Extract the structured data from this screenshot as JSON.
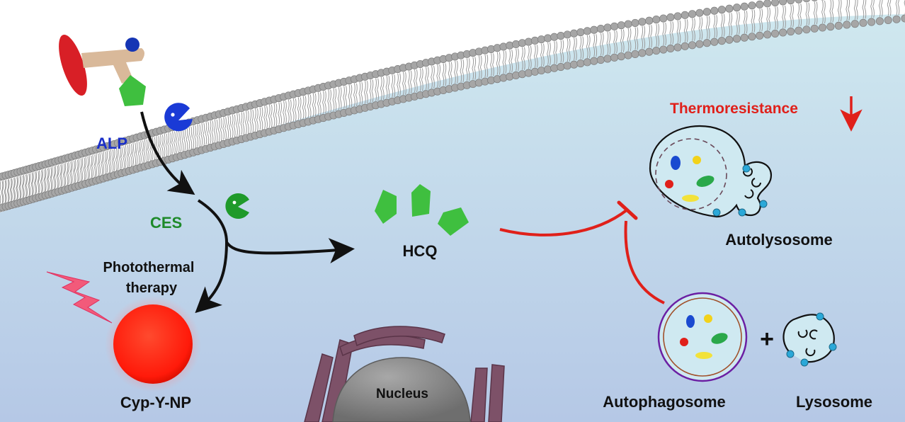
{
  "labels": {
    "alp": "ALP",
    "ces": "CES",
    "photothermal_line1": "Photothermal",
    "photothermal_line2": "therapy",
    "cyp": "Cyp-Y-NP",
    "hcq": "HCQ",
    "nucleus": "Nucleus",
    "thermoresistance": "Thermoresistance",
    "autolysosome": "Autolysosome",
    "autophagosome": "Autophagosome",
    "lysosome": "Lysosome",
    "plus": "+"
  },
  "colors": {
    "alp": "#1a2fc8",
    "ces": "#1e8a2a",
    "enzyme_alp": "#1a3ad6",
    "enzyme_ces": "#1f9a2a",
    "hcq_green": "#3fbf3f",
    "nanoparticle": "#ff2a1a",
    "inhibition": "#e0201a",
    "thermoresistance": "#e0201a",
    "membrane_head": "#a6a6a6",
    "cytoplasm_top": "#cde6ee",
    "cytoplasm_bottom": "#b7cbe6",
    "outside": "#ffffff",
    "nucleus": "#8a8a8a",
    "er": "#7a4e66",
    "autophagosome_ring": "#6b1fa3",
    "lysosome_dot": "#2aa8d8"
  },
  "icons": {
    "lightning": "lightning-icon",
    "down_arrow": "down-arrow-icon",
    "alp_enzyme": "pacman-enzyme-icon",
    "ces_enzyme": "pacman-enzyme-icon"
  }
}
